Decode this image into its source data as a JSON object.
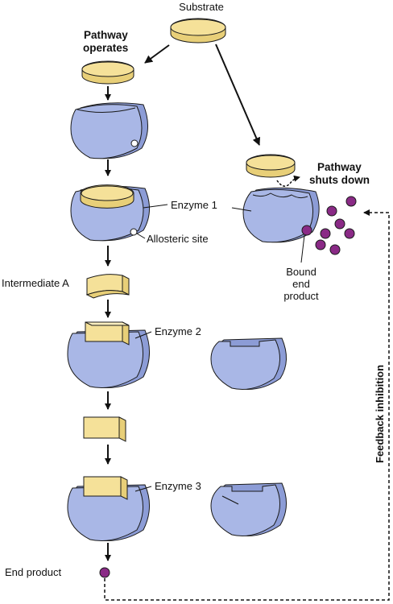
{
  "labels": {
    "substrate": "Substrate",
    "pathway_operates_line1": "Pathway",
    "pathway_operates_line2": "operates",
    "enzyme_1": "Enzyme 1",
    "allosteric_site": "Allosteric site",
    "intermediate_a": "Intermediate A",
    "enzyme_2": "Enzyme 2",
    "enzyme_3": "Enzyme 3",
    "end_product": "End product",
    "pathway_shuts_down_line1": "Pathway",
    "pathway_shuts_down_line2": "shuts down",
    "bound_end_product_line1": "Bound",
    "bound_end_product_line2": "end",
    "bound_end_product_line3": "product",
    "feedback_inhibition": "Feedback inhibition"
  },
  "colors": {
    "substrate_fill": "#f5e199",
    "enzyme_fill": "#a9b7e6",
    "enzyme_back": "#8c9cd6",
    "end_product_fill": "#8a2a86",
    "outline": "#1a1a1a"
  },
  "icons": {
    "end_product_molecule": "purple-circle",
    "enzyme": "blue-blob",
    "substrate": "yellow-disc"
  }
}
